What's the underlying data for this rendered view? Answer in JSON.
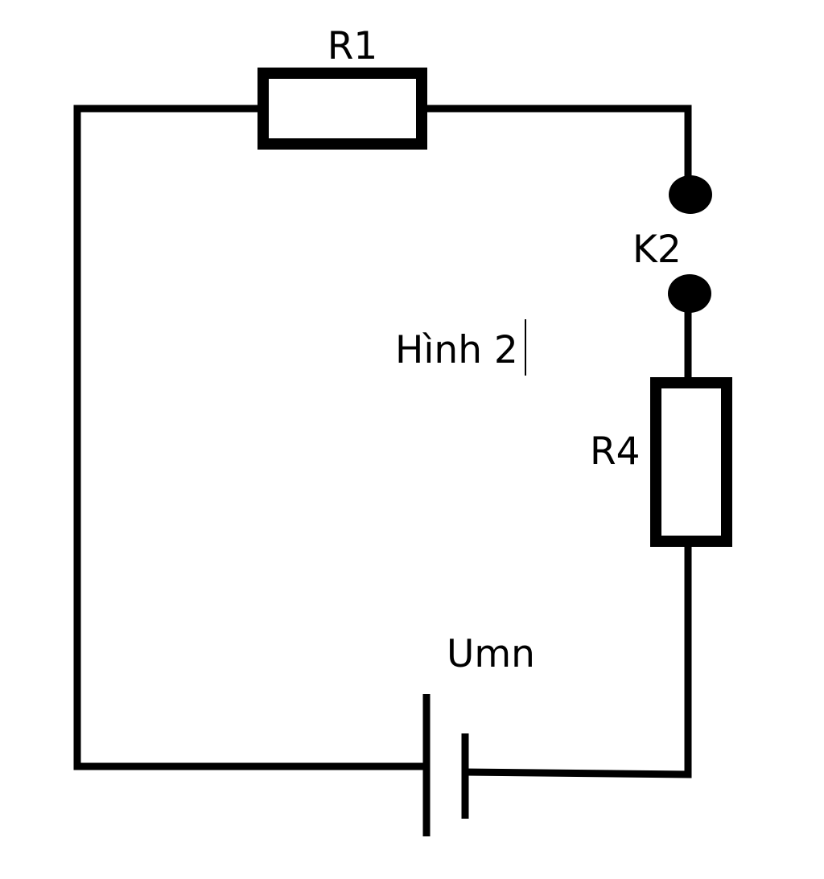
{
  "diagram": {
    "components": {
      "r1": {
        "label": "R1"
      },
      "k2": {
        "label": "K2"
      },
      "r4": {
        "label": "R4"
      },
      "source": {
        "label": "Umn"
      }
    },
    "caption": "Hình 2"
  }
}
